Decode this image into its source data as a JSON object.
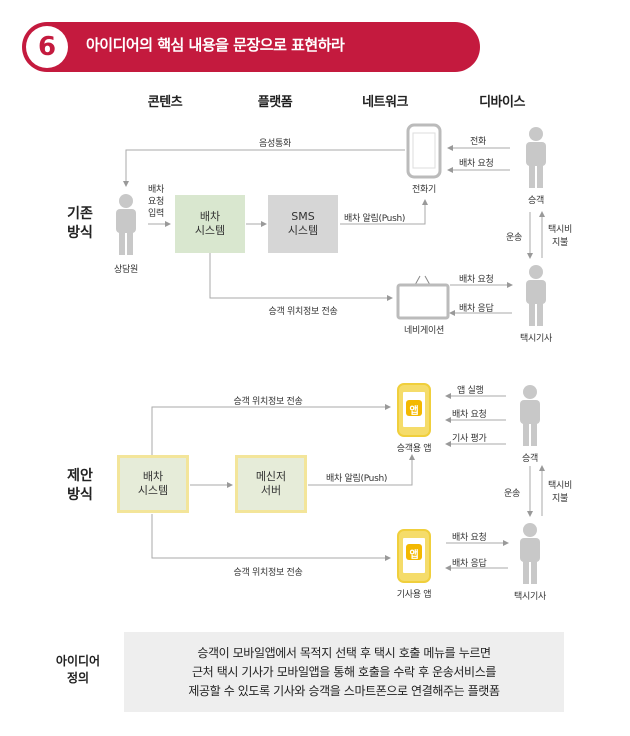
{
  "header": {
    "number": "6",
    "title": "아이디어의 핵심 내용을 문장으로 표현하라"
  },
  "columns": [
    "콘텐츠",
    "플랫폼",
    "네트워크",
    "디바이스"
  ],
  "existing": {
    "section_label_1": "기존",
    "section_label_2": "방식",
    "operator_label": "상담원",
    "operator_steps": [
      "배차",
      "요청",
      "입력"
    ],
    "dispatch_box": [
      "배차",
      "시스템"
    ],
    "sms_box": [
      "SMS",
      "시스템"
    ],
    "push_label": "배차 알림(Push)",
    "phone_label": "전화기",
    "voice_call_label": "음성통화",
    "phone_in_label": "전화",
    "dispatch_request_label": "배차 요청",
    "customer_label": "승객",
    "transport_label": "운송",
    "fare_label_1": "택시비",
    "fare_label_2": "지불",
    "taxi_request_label": "배차 요청",
    "taxi_response_label": "배차 응답",
    "driver_label": "택시기사",
    "navigation_label": "네비게이션",
    "location_label": "승객 위치정보 전송"
  },
  "proposed": {
    "section_label_1": "제안",
    "section_label_2": "방식",
    "dispatch_box": [
      "배차",
      "시스템"
    ],
    "messenger_box": [
      "메신저",
      "서버"
    ],
    "push_label": "배차 알림(Push)",
    "location_top_label": "승객 위치정보 전송",
    "location_bottom_label": "승객 위치정보 전송",
    "app_badge": "앱",
    "customer_app_label": "승객용 앱",
    "driver_app_label": "기사용 앱",
    "app_run_label": "앱 실행",
    "dispatch_request_label": "배차 요청",
    "fare_eval_label": "기사 평가",
    "customer_label": "승객",
    "transport_label": "운송",
    "fare_label_1": "택시비",
    "fare_label_2": "지불",
    "taxi_request_label": "배차 요청",
    "taxi_response_label": "배차 응답",
    "driver_label": "택시기사"
  },
  "definition": {
    "label_1": "아이디어",
    "label_2": "정의",
    "lines": [
      "승객이 모바일앱에서 목적지 선택 후 택시 호출 메뉴를 누르면",
      "근처 택시 기사가 모바일앱을 통해 호출을 수락 후 운송서비스를",
      "제공할 수 있도록 기사와 승객을 스마트폰으로 연결해주는 플랫폼"
    ]
  },
  "colors": {
    "accent": "#c41a3e",
    "green_box": "#d9e7cf",
    "gray_box": "#d6d6d6",
    "yellow_frame": "#f3c515",
    "person": "#c8c8c8",
    "arrow": "#999999"
  }
}
